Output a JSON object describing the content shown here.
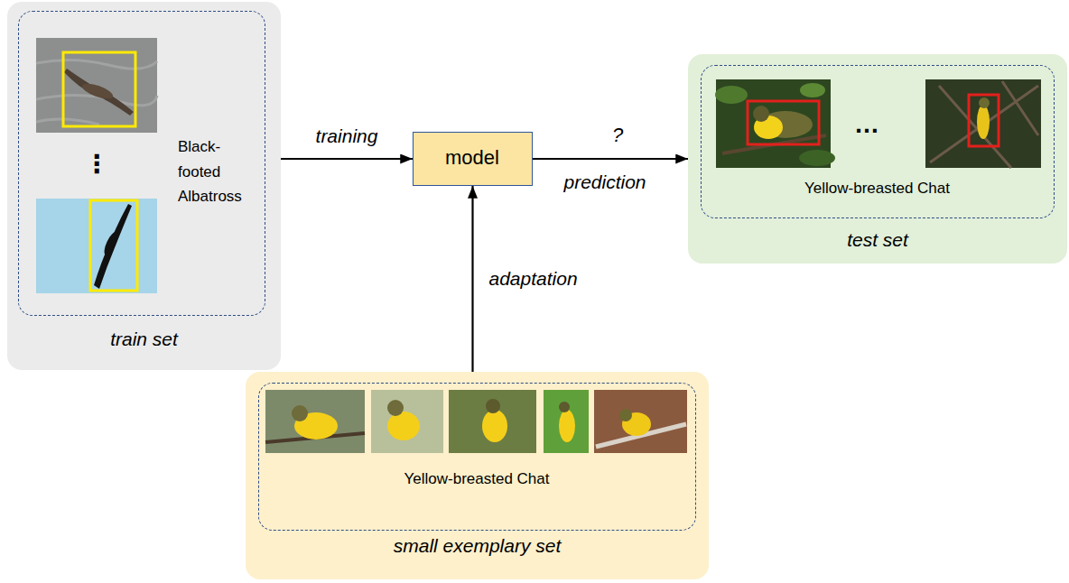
{
  "diagram": {
    "nodes": [
      {
        "text": [
          "train set"
        ]
      },
      {
        "text": [
          "Black-footed Albatross"
        ],
        "in": 0
      },
      {
        "text": [
          "model"
        ]
      },
      {
        "text": [
          "test set"
        ]
      },
      {
        "text": [
          "Yellow-breasted Chat"
        ],
        "in": 3
      },
      {
        "text": [
          "small exemplary set"
        ]
      },
      {
        "text": [
          "Yellow-breasted Chat"
        ],
        "in": 5
      }
    ],
    "edges": [
      {
        "from": 0,
        "to": 2,
        "arrow": "to",
        "label": "training"
      },
      {
        "from": 2,
        "to": 3,
        "arrow": "to",
        "label": "prediction"
      },
      {
        "from": 5,
        "to": 2,
        "arrow": "to",
        "label": "adaptation"
      }
    ],
    "labels": [
      "⋮",
      "?",
      "…"
    ]
  }
}
